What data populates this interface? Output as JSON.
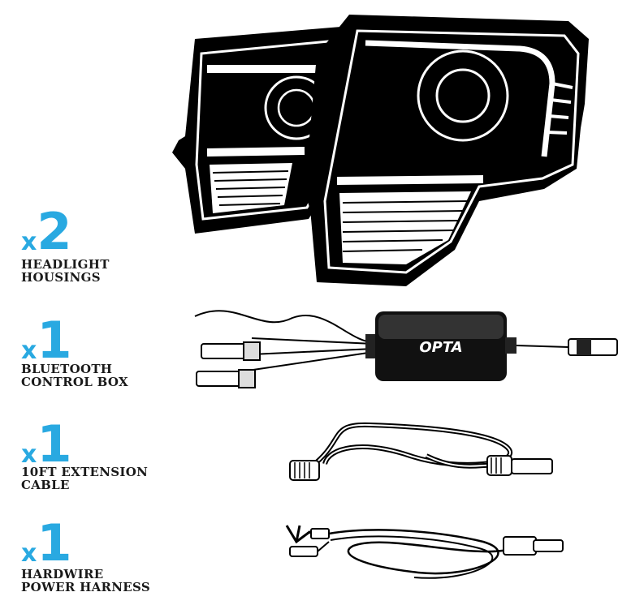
{
  "items": [
    {
      "qty_prefix": "x",
      "qty": "2",
      "label_line1": "HEADLIGHT",
      "label_line2": "HOUSINGS"
    },
    {
      "qty_prefix": "x",
      "qty": "1",
      "label_line1": "BLUETOOTH",
      "label_line2": "CONTROL BOX"
    },
    {
      "qty_prefix": "x",
      "qty": "1",
      "label_line1": "10FT EXTENSION",
      "label_line2": "CABLE"
    },
    {
      "qty_prefix": "x",
      "qty": "1",
      "label_line1": "HARDWIRE",
      "label_line2": "POWER HARNESS"
    }
  ],
  "control_box_logo": "OPTA",
  "colors": {
    "accent": "#29a9e1",
    "text": "#1a1a1a",
    "product": "#000000"
  }
}
